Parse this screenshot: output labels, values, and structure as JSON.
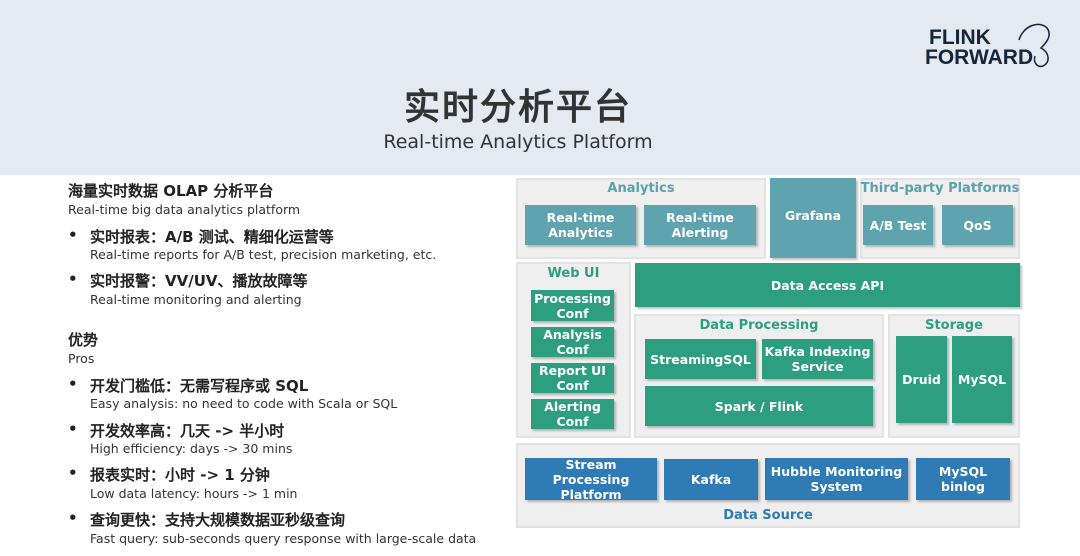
{
  "header": {
    "title_cn": "实时分析平台",
    "title_en": "Real-time Analytics Platform",
    "logo_line1": "FLINK",
    "logo_line2": "FORWARD"
  },
  "left": {
    "heading1": "海量实时数据 OLAP 分析平台",
    "heading1_en": "Real-time big data analytics platform",
    "items1": [
      {
        "cn": "实时报表：A/B 测试、精细化运营等",
        "en": "Real-time reports for A/B test, precision marketing, etc."
      },
      {
        "cn": "实时报警：VV/UV、播放故障等",
        "en": "Real-time monitoring and alerting"
      }
    ],
    "heading2": "优势",
    "heading2_en": "Pros",
    "items2": [
      {
        "cn": "开发门槛低：无需写程序或 SQL",
        "en": "Easy analysis: no need to code with Scala or SQL"
      },
      {
        "cn": "开发效率高：几天 -> 半小时",
        "en": "High efficiency: days -> 30 mins"
      },
      {
        "cn": "报表实时：小时 -> 1 分钟",
        "en": "Low data latency: hours -> 1 min"
      },
      {
        "cn": "查询更快：支持大规模数据亚秒级查询",
        "en": "Fast query: sub-seconds query response with large-scale data"
      }
    ],
    "bullet": "•"
  },
  "diagram": {
    "analytics": {
      "label": "Analytics",
      "items": [
        "Real-time Analytics",
        "Real-time Alerting"
      ]
    },
    "grafana": "Grafana",
    "third_party": {
      "label": "Third-party Platforms",
      "items": [
        "A/B Test",
        "QoS"
      ]
    },
    "web_ui": {
      "label": "Web UI",
      "items": [
        "Processing Conf",
        "Analysis Conf",
        "Report UI Conf",
        "Alerting Conf"
      ]
    },
    "data_access_api": "Data Access API",
    "data_processing": {
      "label": "Data Processing",
      "items": [
        "StreamingSQL",
        "Kafka Indexing Service",
        "Spark / Flink"
      ]
    },
    "storage": {
      "label": "Storage",
      "items": [
        "Druid",
        "MySQL"
      ]
    },
    "data_source": {
      "label": "Data Source",
      "items": [
        "Stream Processing Platform",
        "Kafka",
        "Hubble Monitoring System",
        "MySQL binlog"
      ]
    },
    "colors": {
      "teal": "#5fa3ae",
      "green": "#2e9e80",
      "blue": "#2f7bb5"
    }
  }
}
